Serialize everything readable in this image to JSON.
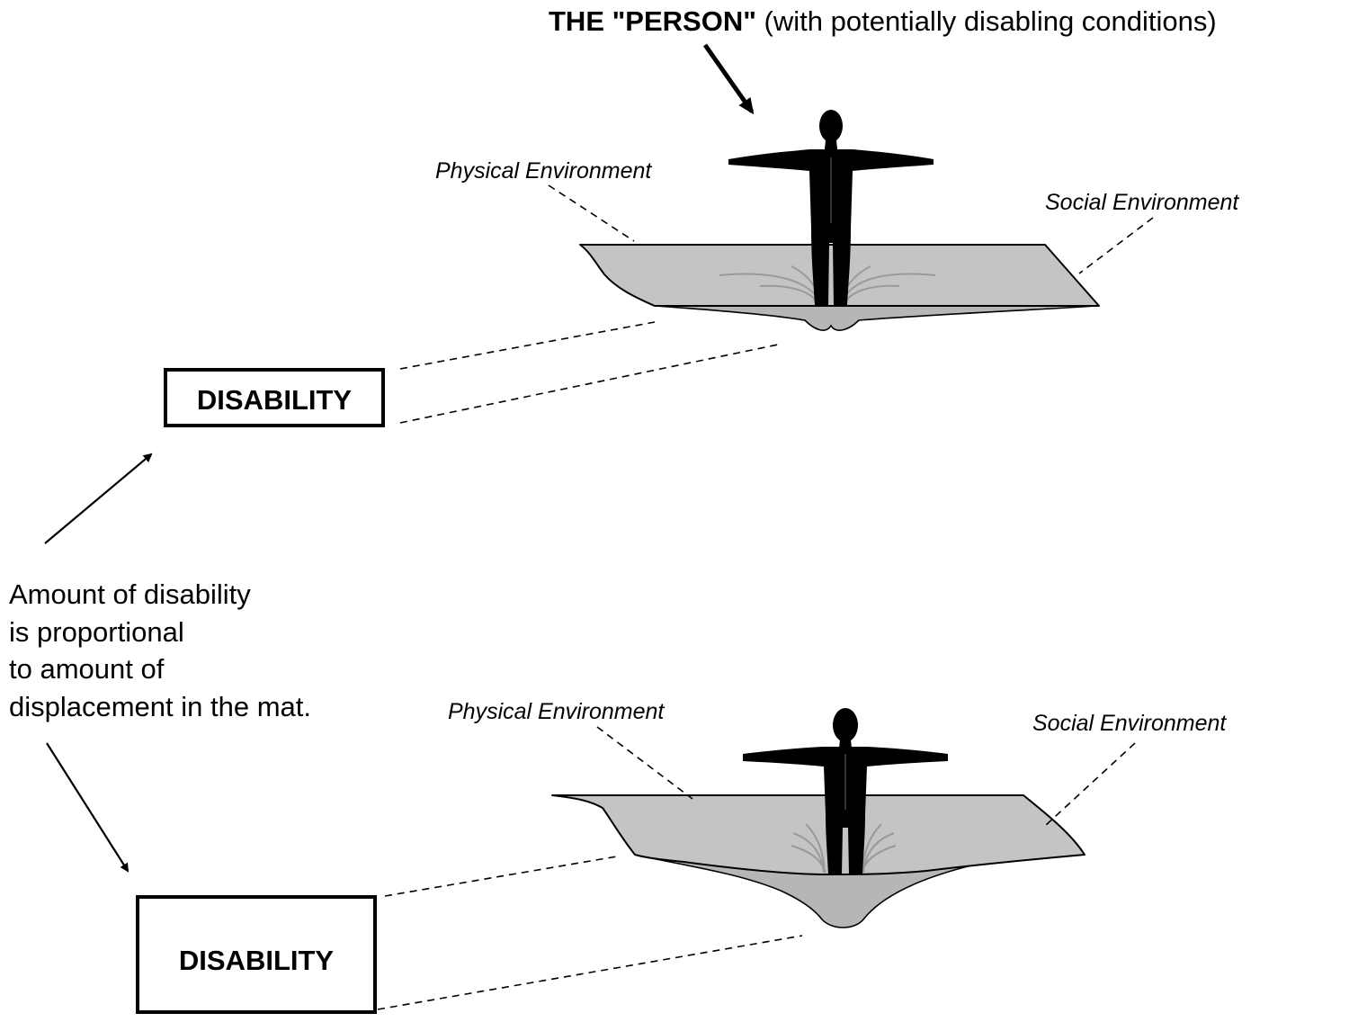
{
  "title": {
    "strong": "THE \"PERSON\"",
    "rest": " (with potentially disabling conditions)"
  },
  "top_panel": {
    "physical_environment": "Physical Environment",
    "social_environment": "Social Environment",
    "box_label": "DISABILITY"
  },
  "bottom_panel": {
    "physical_environment": "Physical Environment",
    "social_environment": "Social Environment",
    "box_label": "DISABILITY"
  },
  "caption": {
    "lines": [
      "Amount of disability",
      "is proportional",
      "to amount of",
      "displacement in the mat."
    ]
  }
}
